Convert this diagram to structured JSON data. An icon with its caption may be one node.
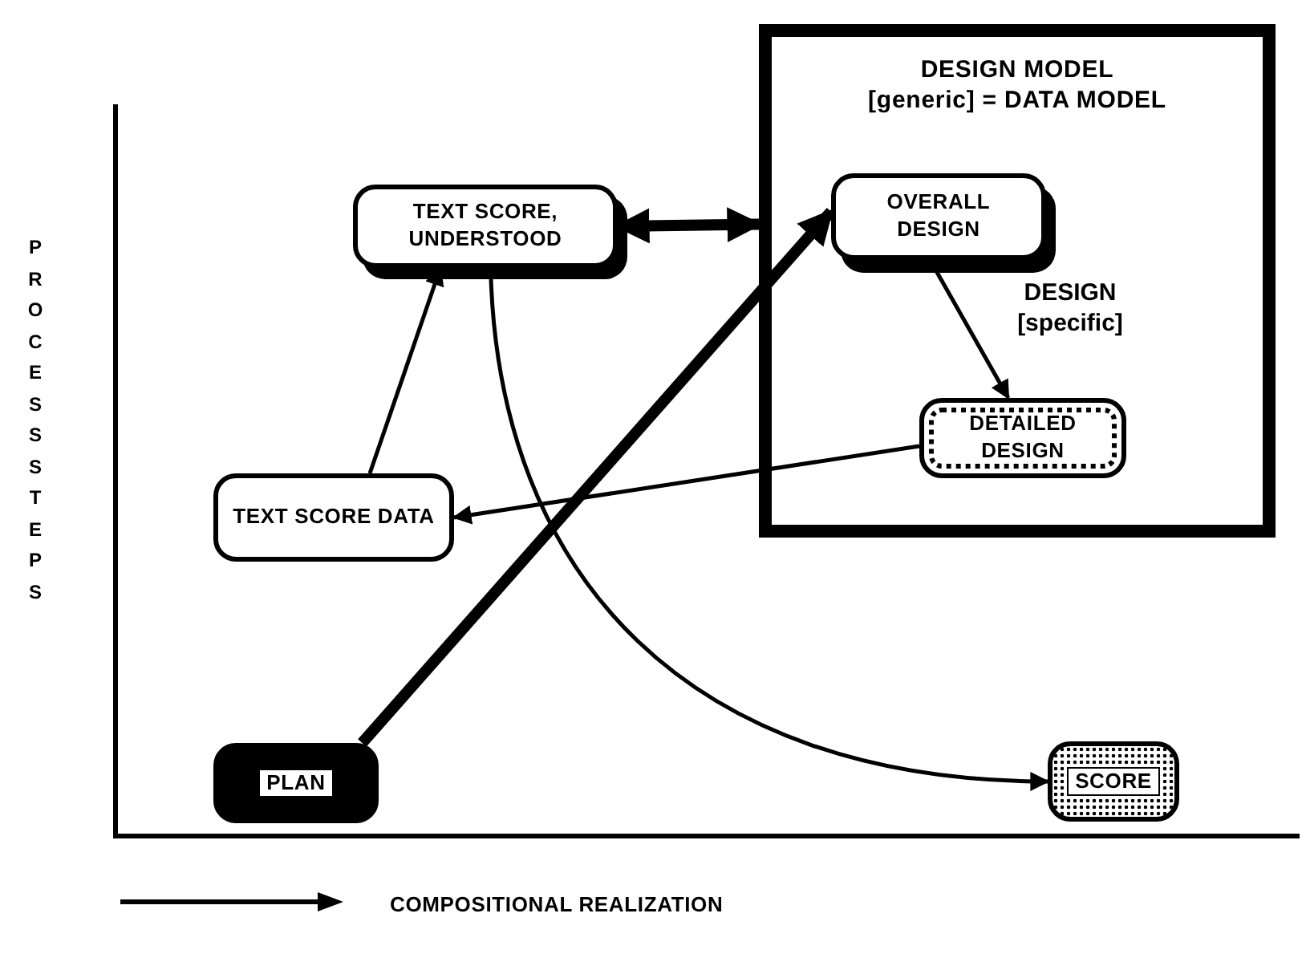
{
  "diagram": {
    "nodes": [
      {
        "text": [
          "DESIGN MODEL [generic] = DATA MODEL"
        ]
      },
      {
        "text": [
          "TEXT SCORE, UNDERSTOOD"
        ]
      },
      {
        "text": [
          "OVERALL DESIGN"
        ],
        "in": 0
      },
      {
        "text": [
          "DETAILED DESIGN"
        ],
        "in": 0
      },
      {
        "text": [
          "TEXT SCORE DATA"
        ]
      },
      {
        "text": [
          "PLAN"
        ]
      },
      {
        "text": [
          "SCORE"
        ]
      }
    ],
    "edges": [
      {
        "from": 1,
        "to": 0,
        "arrow": "both",
        "style": "thick"
      },
      {
        "from": 5,
        "to": 2,
        "arrow": "to",
        "style": "thick"
      },
      {
        "from": 2,
        "to": 3,
        "arrow": "to"
      },
      {
        "from": 3,
        "to": 4,
        "arrow": "to"
      },
      {
        "from": 4,
        "to": 1,
        "arrow": "to"
      },
      {
        "from": 1,
        "to": 6,
        "arrow": "to"
      }
    ],
    "labels": [
      "DESIGN [specific]",
      "PROCESS STEPS",
      "COMPOSITIONAL REALIZATION"
    ]
  }
}
